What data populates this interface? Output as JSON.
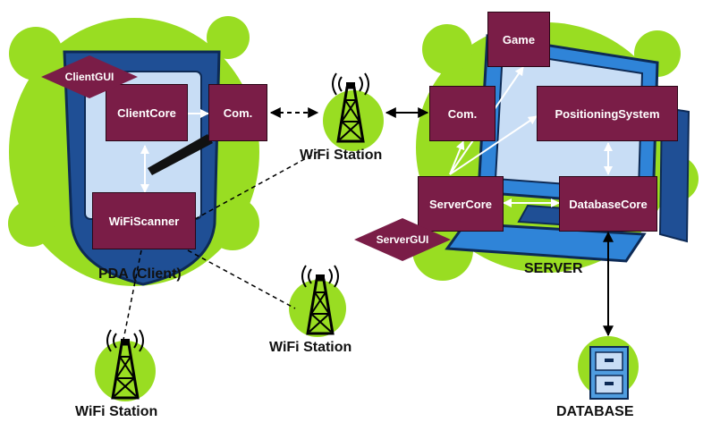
{
  "colors": {
    "blob": "#99dd22",
    "component": "#7a1d47",
    "device_frame": "#1f4f95",
    "screen": "#c8ddf5",
    "monitor": "#2f84d8"
  },
  "components": {
    "client_gui": "ClientGUI",
    "client_core": "ClientCore",
    "client_com": "Com.",
    "wifi_scanner": "WiFiScanner",
    "game": "Game",
    "server_com": "Com.",
    "positioning_system": "PositioningSystem",
    "server_core": "ServerCore",
    "database_core": "DatabaseCore",
    "server_gui": "ServerGUI"
  },
  "labels": {
    "pda": "PDA (Client)",
    "server": "SERVER",
    "wifi_station_top": "WiFi Station",
    "wifi_station_right": "WiFi Station",
    "wifi_station_bottom": "WiFi Station",
    "database": "DATABASE"
  },
  "icons": {
    "wifi_tower": "antenna-tower-icon",
    "database": "filing-cabinet-icon",
    "pda": "pda-device-icon",
    "computer": "desktop-computer-icon"
  }
}
